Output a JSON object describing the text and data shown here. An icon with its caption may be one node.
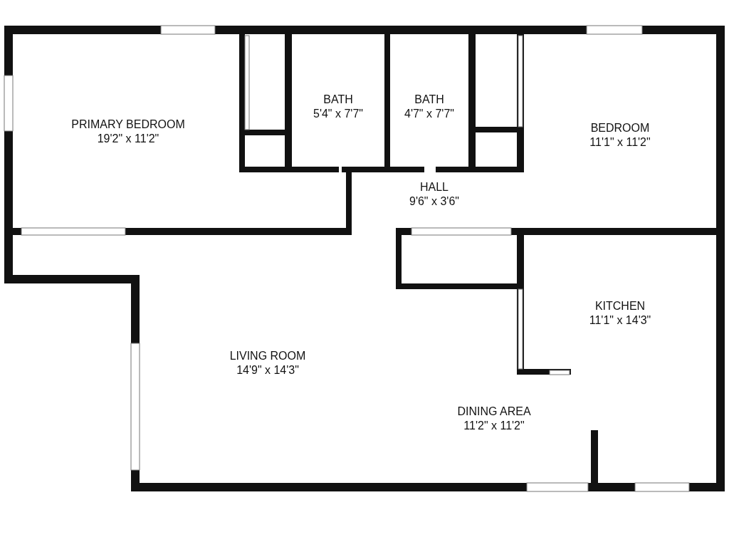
{
  "diagram": {
    "nodes": [
      {
        "text": [
          "PRIMARY BEDROOM",
          "19'2\" x 11'2\""
        ]
      },
      {
        "text": [
          "BATH",
          "5'4\" x 7'7\""
        ]
      },
      {
        "text": [
          "BATH",
          "4'7\" x 7'7\""
        ]
      },
      {
        "text": [
          "BEDROOM",
          "11'1\" x 11'2\""
        ]
      },
      {
        "text": [
          "HALL",
          "9'6\" x 3'6\""
        ]
      },
      {
        "text": [
          "LIVING ROOM",
          "14'9\" x 14'3\""
        ]
      },
      {
        "text": [
          "KITCHEN",
          "11'1\" x 14'3\""
        ]
      },
      {
        "text": [
          "DINING AREA",
          "11'2\" x 11'2\""
        ]
      }
    ]
  }
}
